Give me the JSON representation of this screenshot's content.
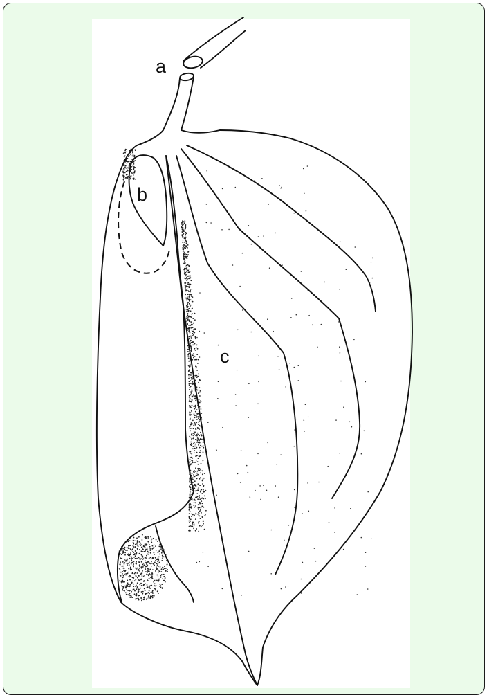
{
  "figure": {
    "labels": {
      "a": "a",
      "b": "b",
      "c": "c"
    }
  },
  "colors": {
    "frame_background": "#ebfbea",
    "frame_border": "#1b1b1b",
    "panel": "#ffffff",
    "ink": "#111111"
  }
}
